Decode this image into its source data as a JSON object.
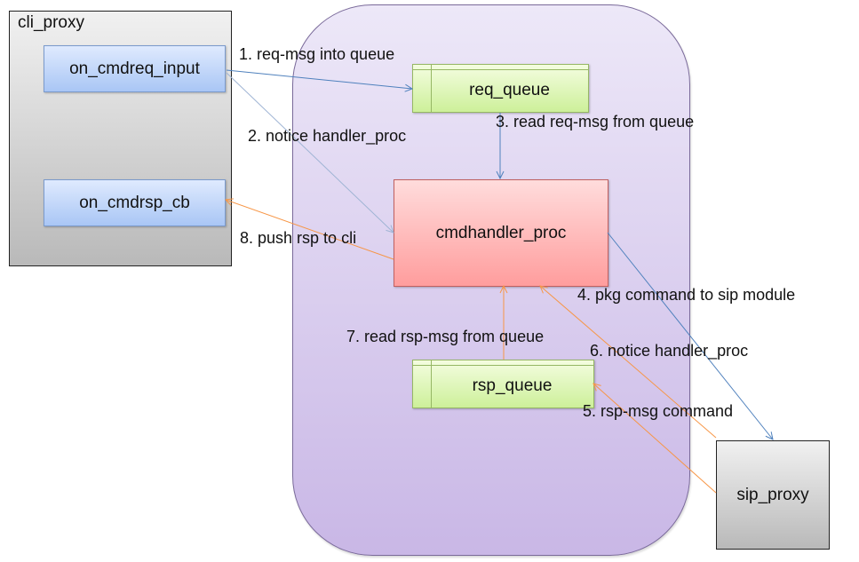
{
  "nodes": {
    "cli_proxy": "cli_proxy",
    "on_cmdreq_input": "on_cmdreq_input",
    "on_cmdrsp_cb": "on_cmdrsp_cb",
    "req_queue": "req_queue",
    "cmdhandler_proc": "cmdhandler_proc",
    "rsp_queue": "rsp_queue",
    "sip_proxy": "sip_proxy"
  },
  "edges": [
    {
      "label": "1. req-msg into queue",
      "from": "on_cmdreq_input",
      "to": "req_queue",
      "color": "#4f81bd"
    },
    {
      "label": "2. notice handler_proc",
      "from": "on_cmdreq_input",
      "to": "cmdhandler_proc",
      "color": "#9fb4d4"
    },
    {
      "label": "3. read req-msg from queue",
      "from": "req_queue",
      "to": "cmdhandler_proc",
      "color": "#4f81bd"
    },
    {
      "label": "4. pkg command to sip module",
      "from": "cmdhandler_proc",
      "to": "sip_proxy",
      "color": "#4f81bd"
    },
    {
      "label": "5. rsp-msg command",
      "from": "sip_proxy",
      "to": "rsp_queue",
      "color": "#f79646"
    },
    {
      "label": "6. notice handler_proc",
      "from": "sip_proxy",
      "to": "cmdhandler_proc",
      "color": "#f79646"
    },
    {
      "label": "7. read rsp-msg from queue",
      "from": "rsp_queue",
      "to": "cmdhandler_proc",
      "color": "#f79646"
    },
    {
      "label": "8. push rsp to cli",
      "from": "cmdhandler_proc",
      "to": "on_cmdrsp_cb",
      "color": "#f79646"
    }
  ]
}
